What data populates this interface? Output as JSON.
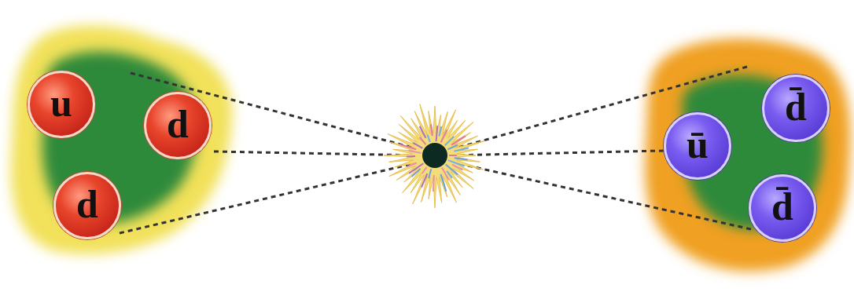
{
  "diagram": {
    "nodes": [
      {
        "text": [
          "u"
        ]
      },
      {
        "text": [
          "d"
        ]
      },
      {
        "text": [
          "d"
        ]
      },
      {
        "text": [
          "ū"
        ]
      },
      {
        "text": [
          "d̄"
        ]
      },
      {
        "text": [
          "d̄"
        ]
      }
    ]
  }
}
